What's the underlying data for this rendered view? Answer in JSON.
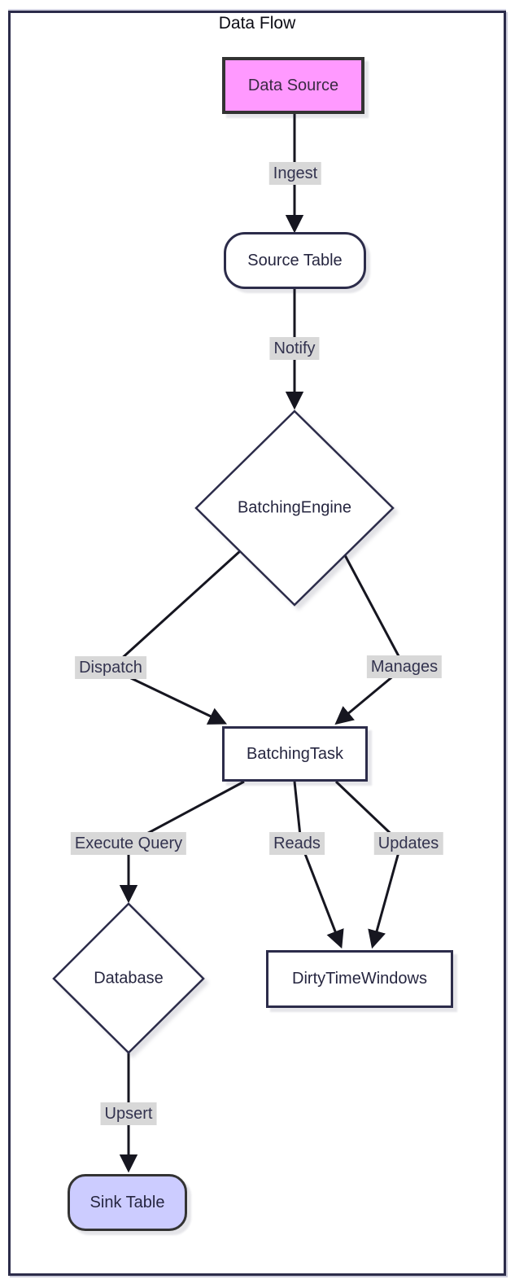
{
  "diagram": {
    "title": "Data Flow",
    "type": "flowchart",
    "direction": "top-down",
    "nodes": [
      {
        "id": "data_source",
        "label": "Data Source",
        "shape": "rectangle",
        "fill": "#ff99ff",
        "stroke": "#333333"
      },
      {
        "id": "source_table",
        "label": "Source Table",
        "shape": "rounded-rect",
        "fill": "#ffffff",
        "stroke": "#2c2c4a"
      },
      {
        "id": "batching_engine",
        "label": "BatchingEngine",
        "shape": "diamond",
        "fill": "#ffffff",
        "stroke": "#2c2c4a"
      },
      {
        "id": "batching_task",
        "label": "BatchingTask",
        "shape": "rectangle",
        "fill": "#ffffff",
        "stroke": "#2c2c4a"
      },
      {
        "id": "database",
        "label": "Database",
        "shape": "diamond",
        "fill": "#ffffff",
        "stroke": "#2c2c4a"
      },
      {
        "id": "dirty_time_windows",
        "label": "DirtyTimeWindows",
        "shape": "rectangle",
        "fill": "#ffffff",
        "stroke": "#2c2c4a"
      },
      {
        "id": "sink_table",
        "label": "Sink Table",
        "shape": "rounded-rect",
        "fill": "#ccccff",
        "stroke": "#333333"
      }
    ],
    "edges": [
      {
        "from": "data_source",
        "to": "source_table",
        "label": "Ingest"
      },
      {
        "from": "source_table",
        "to": "batching_engine",
        "label": "Notify"
      },
      {
        "from": "batching_engine",
        "to": "batching_task",
        "label": "Dispatch"
      },
      {
        "from": "batching_engine",
        "to": "batching_task",
        "label": "Manages"
      },
      {
        "from": "batching_task",
        "to": "database",
        "label": "Execute Query"
      },
      {
        "from": "batching_task",
        "to": "dirty_time_windows",
        "label": "Reads"
      },
      {
        "from": "batching_task",
        "to": "dirty_time_windows",
        "label": "Updates"
      },
      {
        "from": "database",
        "to": "sink_table",
        "label": "Upsert"
      }
    ],
    "colors": {
      "frame_border": "#2c2c4a",
      "node_border": "#2c2c4a",
      "node_text": "#262640",
      "arrow": "#161620",
      "edge_label_background": "#d8d8d8",
      "data_source_fill": "#ff99ff",
      "sink_table_fill": "#ccccff",
      "background": "#ffffff"
    }
  }
}
